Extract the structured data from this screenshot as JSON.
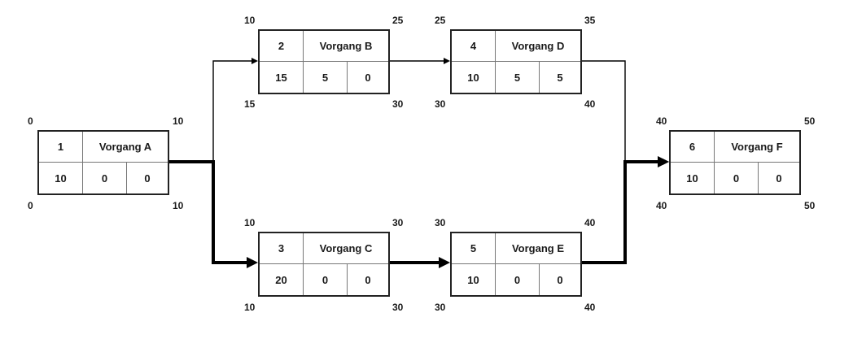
{
  "nodes": [
    {
      "num": "1",
      "name": "Vorgang A",
      "duration": "10",
      "total_float": "0",
      "free_float": "0",
      "es": "0",
      "ef": "10",
      "ls": "0",
      "lf": "10"
    },
    {
      "num": "2",
      "name": "Vorgang B",
      "duration": "15",
      "total_float": "5",
      "free_float": "0",
      "es": "10",
      "ef": "25",
      "ls": "15",
      "lf": "30"
    },
    {
      "num": "3",
      "name": "Vorgang C",
      "duration": "20",
      "total_float": "0",
      "free_float": "0",
      "es": "10",
      "ef": "30",
      "ls": "10",
      "lf": "30"
    },
    {
      "num": "4",
      "name": "Vorgang D",
      "duration": "10",
      "total_float": "5",
      "free_float": "5",
      "es": "25",
      "ef": "35",
      "ls": "30",
      "lf": "40"
    },
    {
      "num": "5",
      "name": "Vorgang E",
      "duration": "10",
      "total_float": "0",
      "free_float": "0",
      "es": "30",
      "ef": "40",
      "ls": "30",
      "lf": "40"
    },
    {
      "num": "6",
      "name": "Vorgang F",
      "duration": "10",
      "total_float": "0",
      "free_float": "0",
      "es": "40",
      "ef": "50",
      "ls": "40",
      "lf": "50"
    }
  ],
  "edges": [
    {
      "from": "1",
      "to": "2",
      "critical": false
    },
    {
      "from": "1",
      "to": "3",
      "critical": true
    },
    {
      "from": "2",
      "to": "4",
      "critical": false
    },
    {
      "from": "3",
      "to": "5",
      "critical": true
    },
    {
      "from": "4",
      "to": "6",
      "critical": false
    },
    {
      "from": "5",
      "to": "6",
      "critical": true
    }
  ],
  "colors": {
    "line": "#000000",
    "border": "#222222",
    "text": "#1a1a1a"
  }
}
